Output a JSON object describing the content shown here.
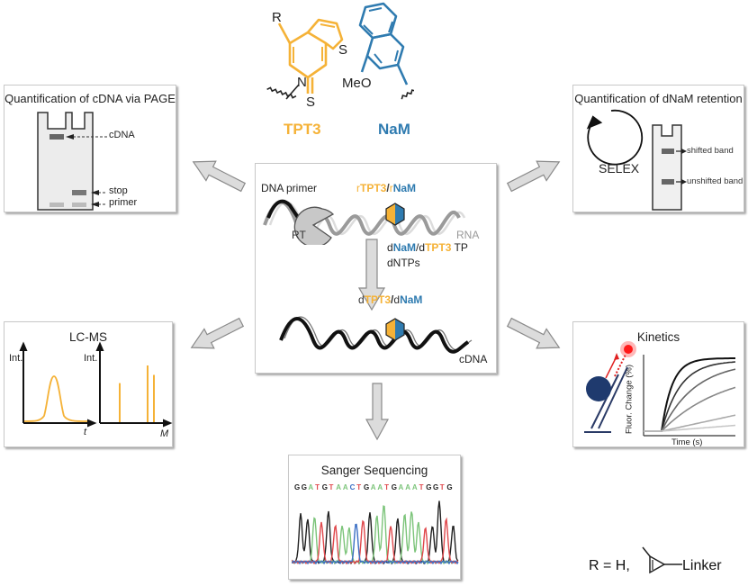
{
  "colors": {
    "tpt3": "#f5b237",
    "nam": "#2f7bb0",
    "arrow_fill": "#dcdcdc",
    "arrow_stroke": "#8a8a8a",
    "panel_border": "#c8c8c8",
    "seq_G": "#222222",
    "seq_A": "#7cc47a",
    "seq_T": "#e0484c",
    "seq_C": "#3b6fc4"
  },
  "structures": {
    "tpt3": {
      "name": "TPT3",
      "atoms": {
        "R": "R",
        "S_ring": "S",
        "N": "N",
        "S_thione": "S"
      }
    },
    "nam": {
      "name": "NaM",
      "substituent": "MeO"
    },
    "r_definition": {
      "prefix": "R = H,",
      "suffix": "Linker"
    }
  },
  "center": {
    "dna_primer_label": "DNA primer",
    "enzyme_label": "RT",
    "rna_pair": {
      "r1": "r",
      "b1": "TPT3",
      "sep": "/",
      "r2": "r",
      "b2": "NaM"
    },
    "rna_label": "RNA",
    "reagents": {
      "line1_d1": "d",
      "line1_b1": "NaM",
      "line1_sep": "/",
      "line1_d2": "d",
      "line1_b2": "TPT3",
      "line1_tail": " TP",
      "line2": "dNTPs"
    },
    "cdna_pair": {
      "d1": "d",
      "b1": "TPT3",
      "sep": "/",
      "d2": "d",
      "b2": "NaM"
    },
    "cdna_label": "cDNA"
  },
  "panels": {
    "page": {
      "title": "Quantification of cDNA via PAGE",
      "labels": {
        "cdna": "cDNA",
        "stop": "stop",
        "primer": "primer"
      }
    },
    "retention": {
      "title": "Quantification of dNaM retention",
      "cycle_label": "SELEX",
      "labels": {
        "shifted": "shifted band",
        "unshifted": "unshifted band"
      }
    },
    "lcms": {
      "title": "LC-MS",
      "lc": {
        "ylabel": "Int.",
        "xlabel": "t"
      },
      "ms": {
        "ylabel": "Int.",
        "xlabel": "M",
        "peaks": [
          0.62,
          0.9,
          0.75
        ]
      }
    },
    "kinetics": {
      "title": "Kinetics",
      "ylabel": "Fluor. Change (%)",
      "xlabel": "Time (s)",
      "curve_plateaus": [
        1.0,
        0.95,
        0.85,
        0.6,
        0.22,
        0.08
      ]
    },
    "sanger": {
      "title": "Sanger Sequencing",
      "sequence": "GGATGTAACTGAATGAAATGGTG"
    }
  }
}
